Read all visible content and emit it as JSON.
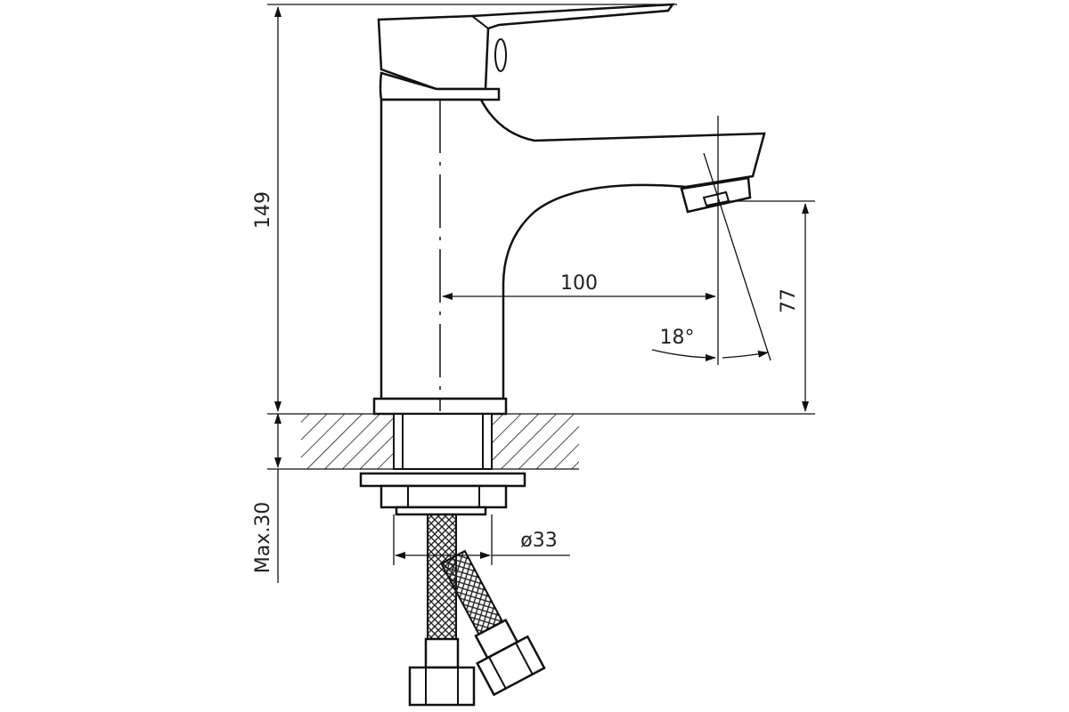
{
  "drawing": {
    "dimensions": {
      "total_height": "149",
      "spout_reach": "100",
      "spout_height": "77",
      "spout_angle": "18°",
      "mount_thickness": "Max.30",
      "hole_diameter": "ø33"
    }
  }
}
